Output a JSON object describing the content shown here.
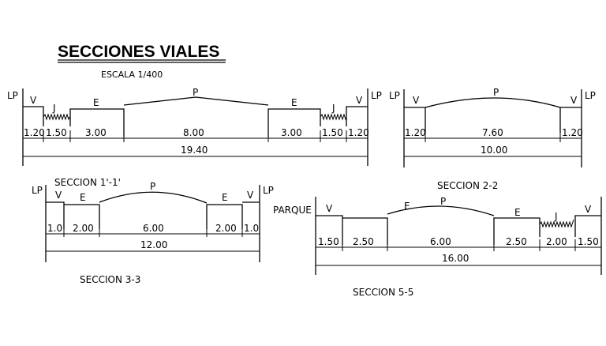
{
  "title": "SECCIONES VIALES",
  "scale": "ESCALA 1/400",
  "legend_note": {
    "LP": "LP",
    "V": "V",
    "J": "J",
    "E": "E",
    "P": "P",
    "PARQUE": "PARQUE"
  },
  "sections": [
    {
      "id": "1-1",
      "caption": "SECCION 1'-1'",
      "left_label": "LP",
      "right_label": "LP",
      "segments": [
        {
          "code": "V",
          "width": "1.20"
        },
        {
          "code": "J",
          "width": "1.50"
        },
        {
          "code": "E",
          "width": "3.00"
        },
        {
          "code": "P",
          "width": "8.00"
        },
        {
          "code": "E",
          "width": "3.00"
        },
        {
          "code": "J",
          "width": "1.50"
        },
        {
          "code": "V",
          "width": "1.20"
        }
      ],
      "total": "19.40"
    },
    {
      "id": "2-2",
      "caption": "SECCION 2-2",
      "left_label": "LP",
      "right_label": "LP",
      "segments": [
        {
          "code": "V",
          "width": "1.20"
        },
        {
          "code": "P",
          "width": "7.60"
        },
        {
          "code": "V",
          "width": "1.20"
        }
      ],
      "total": "10.00"
    },
    {
      "id": "3-3",
      "caption": "SECCION 3-3",
      "left_label": "LP",
      "right_label": "LP",
      "segments": [
        {
          "code": "V",
          "width": "1.0"
        },
        {
          "code": "E",
          "width": "2.00"
        },
        {
          "code": "P",
          "width": "6.00"
        },
        {
          "code": "E",
          "width": "2.00"
        },
        {
          "code": "V",
          "width": "1.0"
        }
      ],
      "total": "12.00"
    },
    {
      "id": "5-5",
      "caption": "SECCION 5-5",
      "left_label": "PARQUE",
      "right_label": "",
      "segments": [
        {
          "code": "V",
          "width": "1.50"
        },
        {
          "code": "",
          "width": "2.50"
        },
        {
          "code": "E",
          "width": "6.00"
        },
        {
          "code": "E",
          "width": "2.50"
        },
        {
          "code": "J",
          "width": "2.00"
        },
        {
          "code": "V",
          "width": "1.50"
        }
      ],
      "extra_label": "P",
      "total": "16.00"
    }
  ]
}
